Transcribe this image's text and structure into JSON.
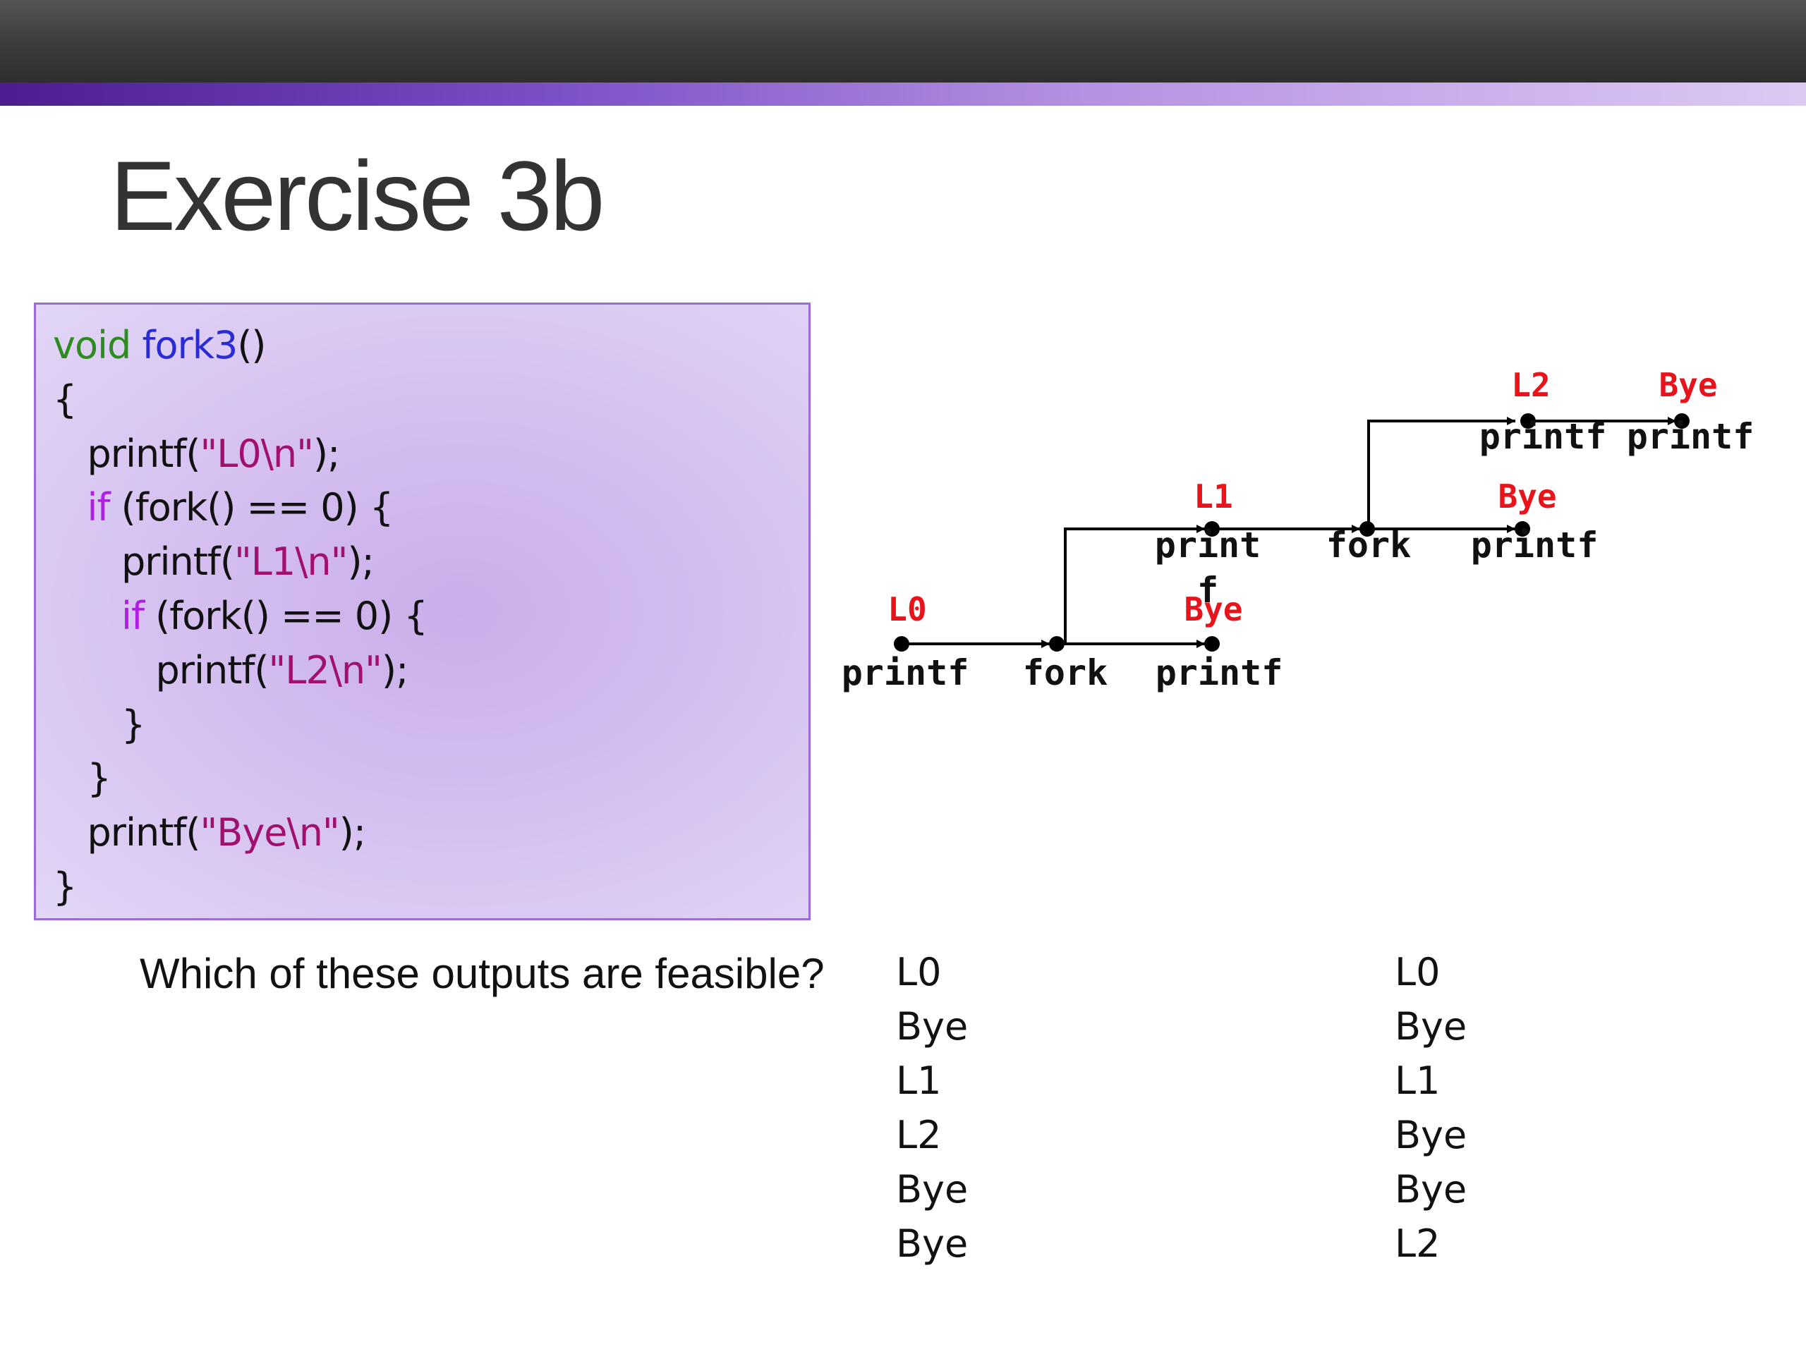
{
  "slide": {
    "title": "Exercise 3b",
    "question": "Which of these outputs are feasible?"
  },
  "code": {
    "lines": [
      [
        {
          "t": "void",
          "c": "kw-type"
        },
        {
          "t": " "
        },
        {
          "t": "fork3",
          "c": "kw-fn"
        },
        {
          "t": "()"
        }
      ],
      [
        {
          "t": "{"
        }
      ],
      [
        {
          "t": "   printf("
        },
        {
          "t": "\"L0\\n\"",
          "c": "str"
        },
        {
          "t": ");"
        }
      ],
      [
        {
          "t": "   "
        },
        {
          "t": "if",
          "c": "kw-ctrl"
        },
        {
          "t": " (fork() == 0) {"
        }
      ],
      [
        {
          "t": "      printf("
        },
        {
          "t": "\"L1\\n\"",
          "c": "str"
        },
        {
          "t": ");"
        }
      ],
      [
        {
          "t": "      "
        },
        {
          "t": "if",
          "c": "kw-ctrl"
        },
        {
          "t": " (fork() == 0) {"
        }
      ],
      [
        {
          "t": "         printf("
        },
        {
          "t": "\"L2\\n\"",
          "c": "str"
        },
        {
          "t": ");"
        }
      ],
      [
        {
          "t": "      }"
        }
      ],
      [
        {
          "t": "   }"
        }
      ],
      [
        {
          "t": "   printf("
        },
        {
          "t": "\"Bye\\n\"",
          "c": "str"
        },
        {
          "t": ");"
        }
      ],
      [
        {
          "t": "}"
        }
      ]
    ],
    "colors": {
      "type": "#2e8b20",
      "function": "#2b2bd6",
      "control": "#b020e0",
      "string": "#a0106f"
    }
  },
  "process_graph": {
    "labels": {
      "l0": "L0",
      "l1": "L1",
      "l2": "L2",
      "bye_l2": "Bye",
      "bye_l1": "Bye",
      "bye_main": "Bye",
      "printf_main": "printf",
      "fork_main": "fork",
      "printf_bye_main": "printf",
      "printf_l1_a": "print",
      "printf_l1_b": "f",
      "fork_child": "fork",
      "printf_bye_child": "printf",
      "printf_l2": "printf",
      "printf_bye_grandchild": "printf"
    },
    "colors": {
      "output": "#e8141c",
      "edge": "#000000"
    }
  },
  "outputs": {
    "option_a": [
      "L0",
      "Bye",
      "L1",
      "L2",
      "Bye",
      "Bye"
    ],
    "option_b": [
      "L0",
      "Bye",
      "L1",
      "Bye",
      "Bye",
      "L2"
    ]
  }
}
